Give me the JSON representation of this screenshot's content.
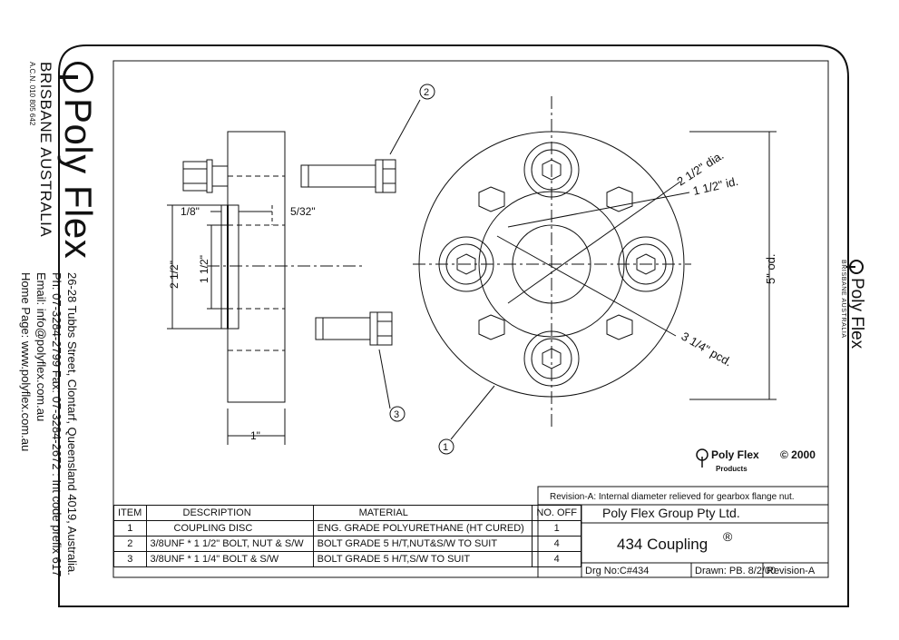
{
  "sidebar": {
    "brand": "Poly Flex",
    "location": "BRISBANE   AUSTRALIA",
    "acn": "A.C.N. 010 805 642",
    "address": "26-28 Tubbs Street, Clontarf, Queensland 4019, Australia.",
    "phone_fax": "Ph: 07-3284-2799   Fax: 07-3284-2672 : Int code prefix 617",
    "email": "Email: info@polyflex.com.au",
    "homepage": "Home Page: www.polyflex.com.au"
  },
  "right_logo": {
    "brand": "Poly Flex",
    "location": "BRISBANE AUSTRALIA"
  },
  "drawing": {
    "dims": {
      "eighth": "1/8\"",
      "five32": "5/32\"",
      "two_half_side": "2 1/2\"",
      "one_half_side": "1 1/2\"",
      "one_inch": "1\"",
      "dia": "2 1/2\" dia.",
      "id": "1 1/2\" id.",
      "od": "5\" od.",
      "pcd": "3 1/4\" pcd."
    },
    "balloons": [
      "1",
      "2",
      "3"
    ],
    "company_mark": "Poly Flex",
    "company_mark_sub": "Products",
    "copyright": "© 2000"
  },
  "title_block": {
    "revision_note": "Revision-A: Internal diameter relieved for gearbox flange nut.",
    "company": "Poly Flex Group Pty Ltd.",
    "drawing_title": "434 Coupling",
    "registered": "®",
    "drg_no": "Drg No:C#434",
    "drawn": "Drawn: PB. 8/2/00",
    "revision": "Revision-A"
  },
  "bom": {
    "headers": [
      "ITEM",
      "DESCRIPTION",
      "MATERIAL",
      "NO. OFF"
    ],
    "rows": [
      [
        "1",
        "COUPLING DISC",
        "ENG. GRADE POLYURETHANE (HT CURED)",
        "1"
      ],
      [
        "2",
        "3/8UNF * 1 1/2\" BOLT, NUT & S/W",
        "BOLT GRADE 5 H/T,NUT&S/W TO SUIT",
        "4"
      ],
      [
        "3",
        "3/8UNF * 1 1/4\" BOLT & S/W",
        "BOLT GRADE 5 H/T,S/W TO SUIT",
        "4"
      ]
    ]
  }
}
